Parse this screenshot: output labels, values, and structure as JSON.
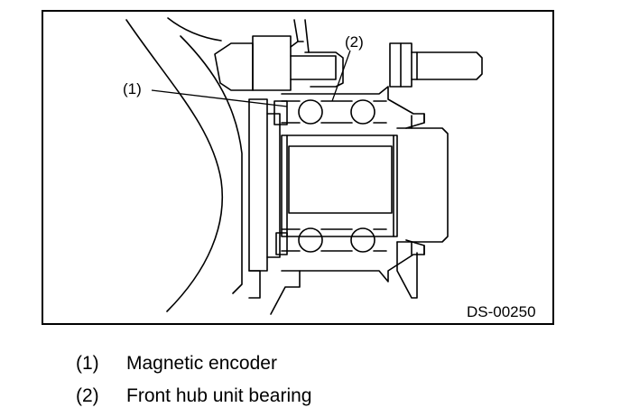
{
  "diagram": {
    "callouts": [
      {
        "number": "(1)"
      },
      {
        "number": "(2)"
      }
    ],
    "figure_code": "DS-00250"
  },
  "legend": [
    {
      "number": "(1)",
      "text": "Magnetic encoder"
    },
    {
      "number": "(2)",
      "text": "Front hub unit bearing"
    }
  ]
}
